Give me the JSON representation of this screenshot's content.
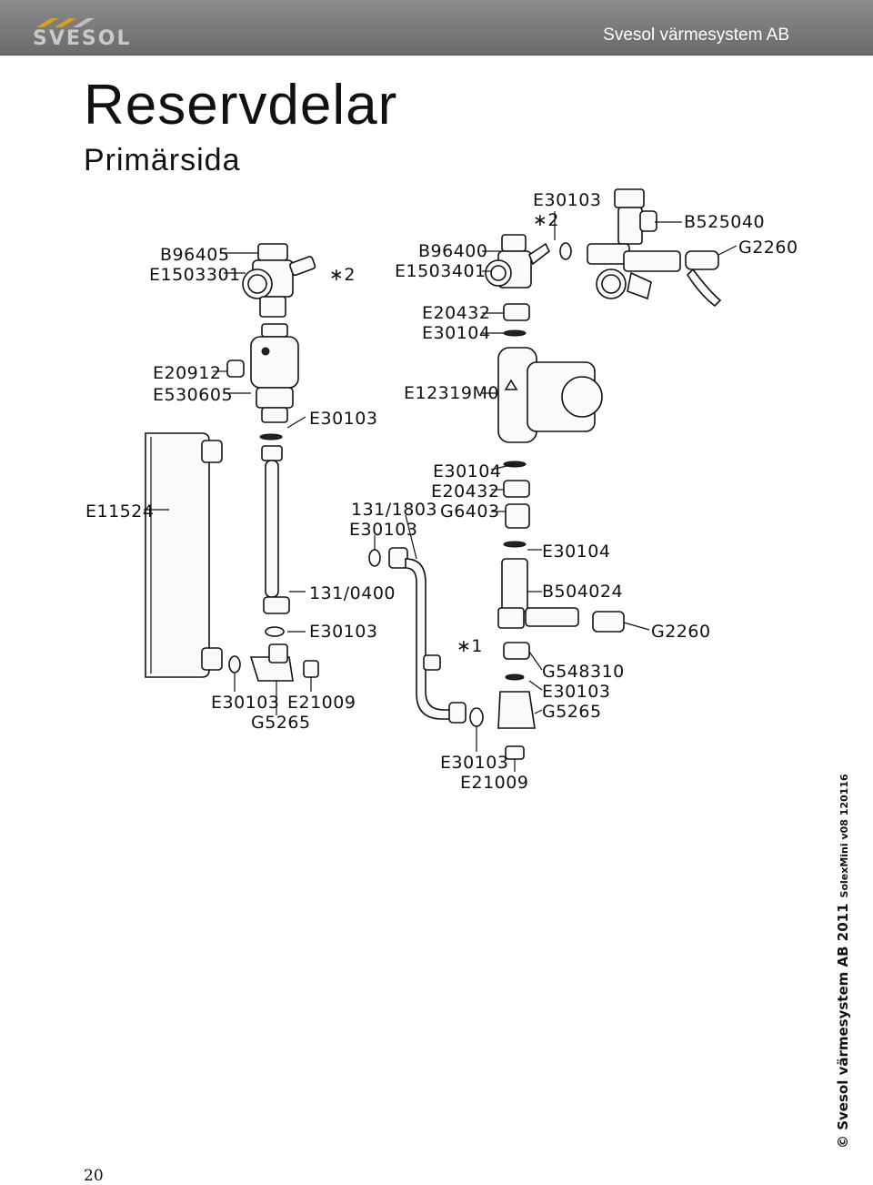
{
  "header": {
    "brand": "SVESOL",
    "company": "Svesol värmesystem AB"
  },
  "page": {
    "title": "Reservdelar",
    "subtitle": "Primärsida",
    "number": "20"
  },
  "sidebar": {
    "copyright": "© Svesol värmesystem AB 2011",
    "version": "SolexMini v08 120116"
  },
  "labels": {
    "b96405_left": "B96405",
    "e1503301": "E1503301",
    "star2_left": "∗2",
    "e20912": "E20912",
    "e530605": "E530605",
    "e30103_a": "E30103",
    "e11524": "E11524",
    "p131_0400": "131/0400",
    "e30103_b": "E30103",
    "e30103_c": "E30103",
    "e21009_a": "E21009",
    "g5265_a": "G5265",
    "e30103_top": "E30103",
    "star2_top": "∗2",
    "b96400": "B96400",
    "e1503401": "E1503401",
    "b525040": "B525040",
    "g2260_top": "G2260",
    "e20432_a": "E20432",
    "e30104_a": "E30104",
    "e12319m0": "E12319M0",
    "e30104_b": "E30104",
    "e20432_b": "E20432",
    "g6403": "G6403",
    "p131_1803": "131/1803",
    "e30103_d": "E30103",
    "e30104_c": "E30104",
    "b504024": "B504024",
    "g2260_bottom": "G2260",
    "star1": "∗1",
    "g548310": "G548310",
    "e30103_e": "E30103",
    "g5265_b": "G5265",
    "e30103_f": "E30103",
    "e21009_b": "E21009"
  }
}
